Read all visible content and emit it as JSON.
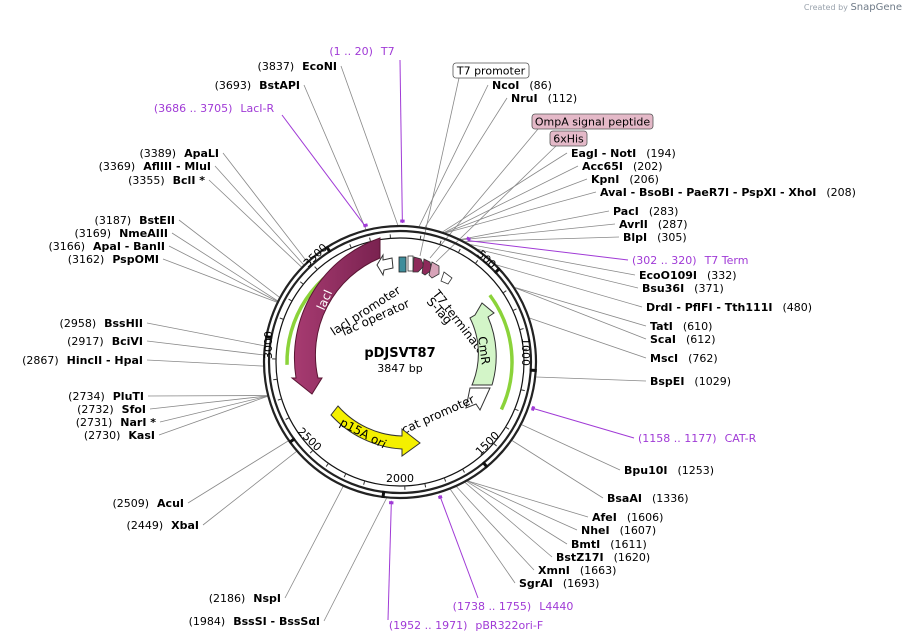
{
  "credit": {
    "text": "Created by",
    "brand": "SnapGene"
  },
  "plasmid": {
    "name": "pDJSVT87",
    "size_label": "3847 bp",
    "length": 3847
  },
  "ticks": [
    "500",
    "1000",
    "1500",
    "2000",
    "2500",
    "3000",
    "3500"
  ],
  "enzymes_right": [
    {
      "pos": "(86)",
      "name": "NcoI"
    },
    {
      "pos": "(112)",
      "name": "NruI"
    },
    {
      "pos": "(194)",
      "name": "EagI  - NotI"
    },
    {
      "pos": "(202)",
      "name": "Acc65I"
    },
    {
      "pos": "(206)",
      "name": "KpnI"
    },
    {
      "pos": "(208)",
      "name": "AvaI  - BsoBI  - PaeR7I  - PspXI  - XhoI"
    },
    {
      "pos": "(283)",
      "name": "PacI"
    },
    {
      "pos": "(287)",
      "name": "AvrII"
    },
    {
      "pos": "(305)",
      "name": "BlpI"
    },
    {
      "pos": "(332)",
      "name": "EcoO109I"
    },
    {
      "pos": "(371)",
      "name": "Bsu36I"
    },
    {
      "pos": "(480)",
      "name": "DrdI  - PflFI  - Tth111I"
    },
    {
      "pos": "(610)",
      "name": "TatI"
    },
    {
      "pos": "(612)",
      "name": "ScaI"
    },
    {
      "pos": "(762)",
      "name": "MscI"
    },
    {
      "pos": "(1029)",
      "name": "BspEI"
    },
    {
      "pos": "(1253)",
      "name": "Bpu10I"
    },
    {
      "pos": "(1336)",
      "name": "BsaAI"
    },
    {
      "pos": "(1606)",
      "name": "AfeI"
    },
    {
      "pos": "(1607)",
      "name": "NheI"
    },
    {
      "pos": "(1611)",
      "name": "BmtI"
    },
    {
      "pos": "(1620)",
      "name": "BstZ17I"
    },
    {
      "pos": "(1663)",
      "name": "XmnI"
    },
    {
      "pos": "(1693)",
      "name": "SgrAI"
    }
  ],
  "enzymes_left": [
    {
      "pos": "(3837)",
      "name": "EcoNI"
    },
    {
      "pos": "(3693)",
      "name": "BstAPI"
    },
    {
      "pos": "(3389)",
      "name": "ApaLI"
    },
    {
      "pos": "(3369)",
      "name": "AflIII  - MluI"
    },
    {
      "pos": "(3355)",
      "name": "BclI *"
    },
    {
      "pos": "(3187)",
      "name": "BstEII"
    },
    {
      "pos": "(3169)",
      "name": "NmeAIII"
    },
    {
      "pos": "(3166)",
      "name": "ApaI  - BanII"
    },
    {
      "pos": "(3162)",
      "name": "PspOMI"
    },
    {
      "pos": "(2958)",
      "name": "BssHII"
    },
    {
      "pos": "(2917)",
      "name": "BciVI"
    },
    {
      "pos": "(2867)",
      "name": "HincII  - HpaI"
    },
    {
      "pos": "(2734)",
      "name": "PluTI"
    },
    {
      "pos": "(2732)",
      "name": "SfoI"
    },
    {
      "pos": "(2731)",
      "name": "NarI *"
    },
    {
      "pos": "(2730)",
      "name": "KasI"
    },
    {
      "pos": "(2509)",
      "name": "AcuI"
    },
    {
      "pos": "(2449)",
      "name": "XbaI"
    },
    {
      "pos": "(2186)",
      "name": "NspI"
    },
    {
      "pos": "(1984)",
      "name": "BssSI  - BssSαI"
    }
  ],
  "primers": [
    {
      "name": "T7",
      "range": "(1 .. 20)"
    },
    {
      "name": "LacI-R",
      "range": "(3686 .. 3705)"
    },
    {
      "name": "T7 Term",
      "range": "(302 .. 320)"
    },
    {
      "name": "CAT-R",
      "range": "(1158 .. 1177)"
    },
    {
      "name": "L4440",
      "range": "(1738 .. 1755)"
    },
    {
      "name": "pBR322ori-F",
      "range": "(1952 .. 1971)"
    }
  ],
  "boxed_features": [
    {
      "name": "T7 promoter"
    },
    {
      "name": "OmpA signal peptide"
    },
    {
      "name": "6xHis"
    }
  ],
  "features": {
    "laci": "lacI",
    "laci_promoter": "lacI promoter",
    "lac_operator": "lac operator",
    "t7_terminator": "T7 terminator",
    "s_tag": "S-Tag",
    "cmr": "CmR",
    "cat_promoter": "cat promoter",
    "p15a_ori": "p15A ori"
  },
  "colors": {
    "laci": "#8e2a5a",
    "cmr": "#d3f5c8",
    "p15a_ori": "#f4f000",
    "primer": "#a03ad6",
    "highlight": "#8bd33a",
    "boxed_fill": "#e4b9c8"
  }
}
